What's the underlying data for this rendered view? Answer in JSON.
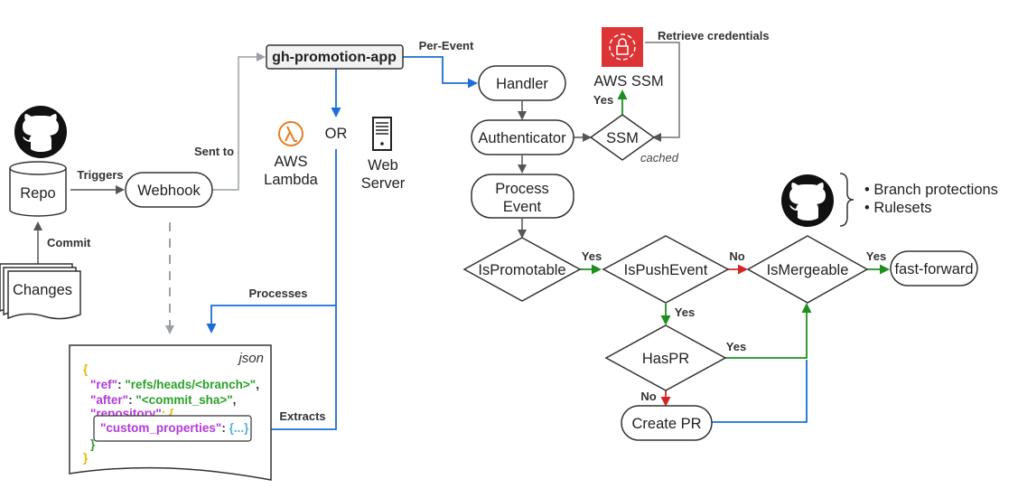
{
  "nodes": {
    "app": "gh-promotion-app",
    "repo": "Repo",
    "changes": "Changes",
    "webhook": "Webhook",
    "lambda": [
      "AWS",
      "Lambda"
    ],
    "or": "OR",
    "web_server": [
      "Web",
      "Server"
    ],
    "handler": "Handler",
    "authenticator": "Authenticator",
    "ssm": "SSM",
    "aws_ssm": "AWS SSM",
    "process_event": [
      "Process",
      "Event"
    ],
    "is_promotable": "IsPromotable",
    "is_push_event": "IsPushEvent",
    "is_mergeable": "IsMergeable",
    "has_pr": "HasPR",
    "create_pr": "Create PR",
    "fast_forward": "fast-forward"
  },
  "edge_labels": {
    "per_event": "Per-Event",
    "retrieve_credentials": "Retrieve credentials",
    "sent_to": "Sent to",
    "triggers": "Triggers",
    "commit": "Commit",
    "processes": "Processes",
    "extracts": "Extracts",
    "yes_ssm": "Yes",
    "cached": "cached",
    "yes_promotable": "Yes",
    "no_push": "No",
    "yes_mergeable": "Yes",
    "yes_push": "Yes",
    "yes_haspr": "Yes",
    "no_haspr": "No"
  },
  "github_notes": [
    "• Branch protections",
    "• Rulesets"
  ],
  "json_doc": {
    "title": "json",
    "open_brace": "{",
    "ref_key": "\"ref\"",
    "ref_colon": ": ",
    "ref_value": "\"refs/heads/<branch>\"",
    "ref_comma": ",",
    "after_key": "\"after\"",
    "after_colon": ": ",
    "after_value": "\"<commit_sha>\"",
    "after_comma": ",",
    "repo_key": "\"repository\"",
    "repo_colon": ": {",
    "custom_key": "\"custom_properties\"",
    "custom_colon": ": ",
    "custom_value": "{...}",
    "inner_close": "}",
    "close_brace": "}"
  },
  "colors": {
    "blue": "#1a6fd6",
    "green": "#1e8f1e",
    "red": "#d42525",
    "gray": "#9aa0a6",
    "dark": "#333333",
    "ssm_red": "#dd3436",
    "lambda_orange": "#e67e22",
    "json_green": "#2aa12a",
    "json_purple": "#b23ad8",
    "json_yellow": "#e6b800",
    "json_teal": "#4fb3d9"
  },
  "icons": [
    "github-icon",
    "lambda-icon",
    "server-icon",
    "ssm-lock-icon"
  ]
}
